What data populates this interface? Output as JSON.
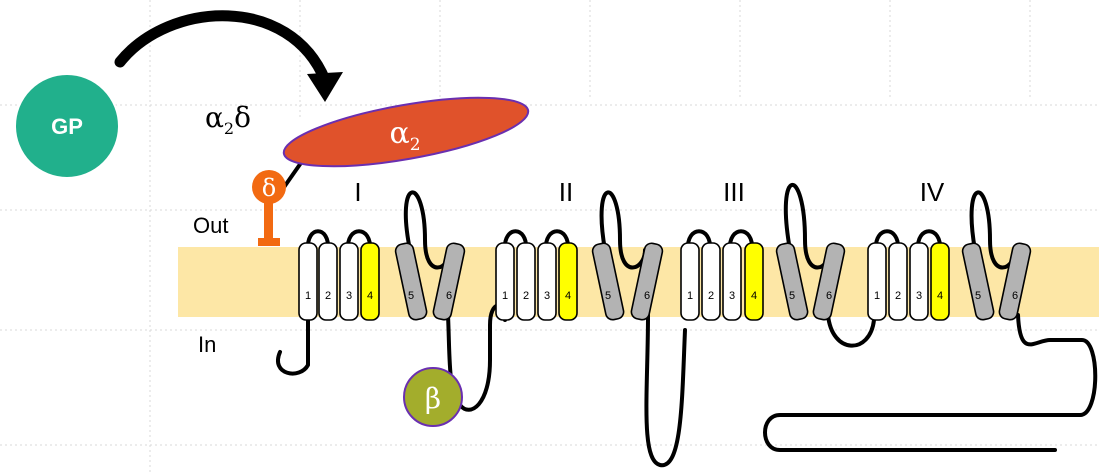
{
  "labels": {
    "gp": "GP",
    "alpha2delta_main": "α",
    "alpha2delta_sub": "2",
    "alpha2delta_tail": "δ",
    "alpha2_main": "α",
    "alpha2_sub": "2",
    "delta": "δ",
    "beta": "β",
    "out": "Out",
    "in": "In"
  },
  "domains": [
    {
      "name": "I",
      "segments": [
        "1",
        "2",
        "3",
        "4",
        "5",
        "6"
      ]
    },
    {
      "name": "II",
      "segments": [
        "1",
        "2",
        "3",
        "4",
        "5",
        "6"
      ]
    },
    {
      "name": "III",
      "segments": [
        "1",
        "2",
        "3",
        "4",
        "5",
        "6"
      ]
    },
    {
      "name": "IV",
      "segments": [
        "1",
        "2",
        "3",
        "4",
        "5",
        "6"
      ]
    }
  ],
  "colors": {
    "membrane": "#fde7a6",
    "gp": "#21b08c",
    "alpha2": "#e0522b",
    "alpha2_outline": "#6a2fb0",
    "delta": "#f26a12",
    "beta": "#a3ad2c",
    "beta_outline": "#6a2fb0",
    "segment4": "#ffff00",
    "segment56": "#b3b3b3"
  }
}
